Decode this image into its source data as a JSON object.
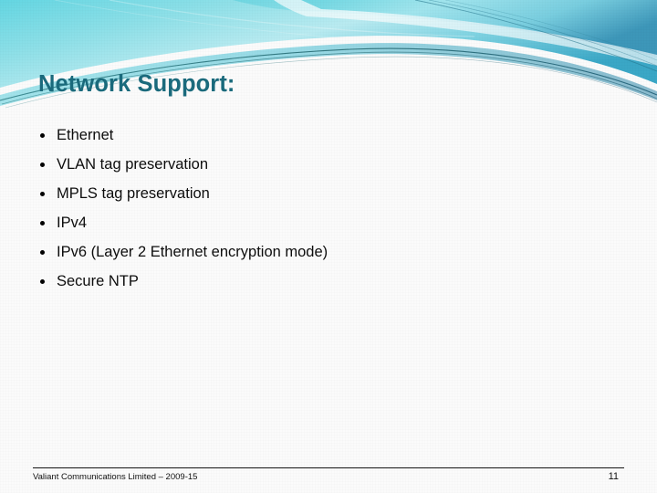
{
  "slide": {
    "title": "Network Support:",
    "background_color": "#fbfbfb",
    "title_color": "#1a6a7c"
  },
  "banner": {
    "name": "decorative-wave-banner",
    "accent_color": "#5ed3e0",
    "accent_color_dark": "#3fb7cf",
    "accent_color_deep": "#2f7f98",
    "hairline_color": "#2b6f78"
  },
  "bullets": [
    {
      "text": "Ethernet"
    },
    {
      "text": "VLAN tag preservation"
    },
    {
      "text": "MPLS tag preservation"
    },
    {
      "text": "IPv4"
    },
    {
      "text": "IPv6 (Layer 2 Ethernet encryption mode)"
    },
    {
      "text": "Secure NTP"
    }
  ],
  "footer": {
    "text": "Valiant Communications Limited – 2009-15",
    "page_number": "11"
  }
}
